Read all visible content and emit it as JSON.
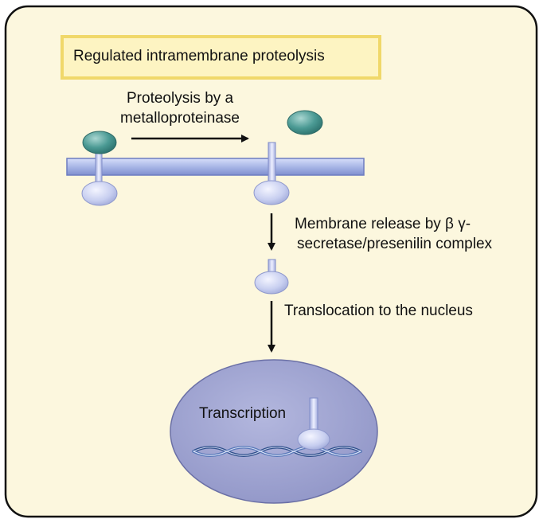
{
  "title": "Regulated intramembrane proteolysis",
  "labels": {
    "proteolysis_line1": "Proteolysis by a",
    "proteolysis_line2": "metalloproteinase",
    "release_line1": "Membrane release by β γ-",
    "release_line2": "secretase/presenilin complex",
    "translocation": "Translocation to the nucleus",
    "transcription": "Transcription"
  },
  "colors": {
    "background": "#fcf7de",
    "border": "#111111",
    "title_fill": "#fdf4c2",
    "title_border": "#f0d86a",
    "membrane": "#aab8e6",
    "receptor": "#c6cdf0",
    "ligand": "#3f8f8a",
    "nucleus": "#9ea3cf",
    "dna": "#3f5f9a"
  }
}
